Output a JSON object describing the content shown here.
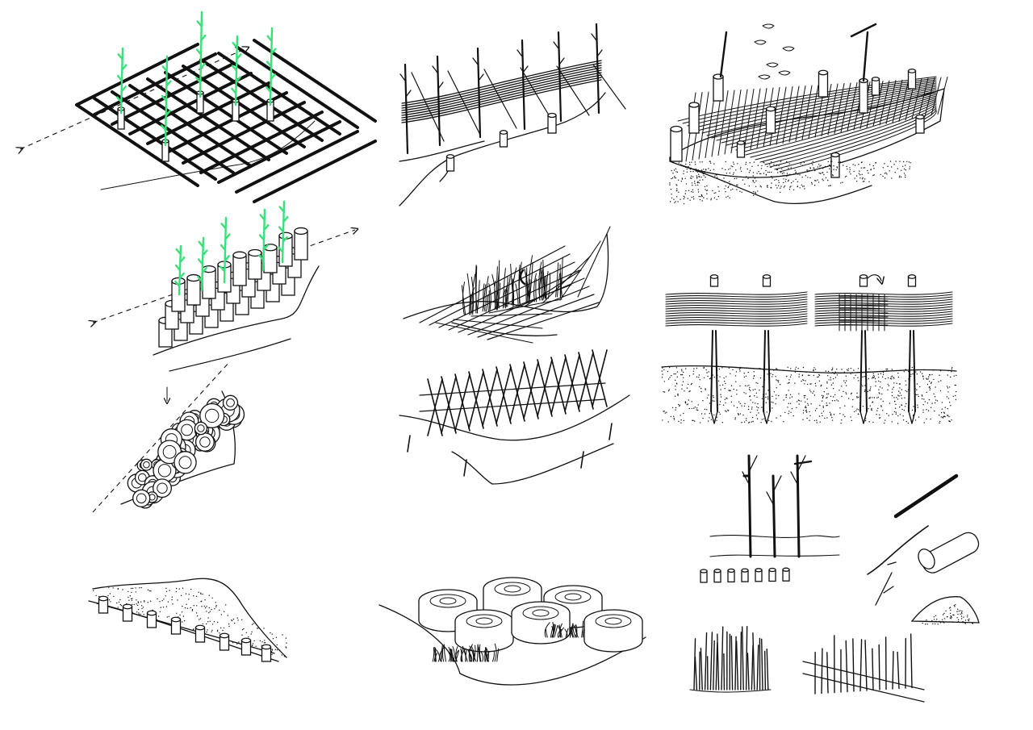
{
  "sheet": {
    "background": "#ffffff",
    "ink_color": "#111111",
    "accent_color": "#3be07a",
    "panels": [
      {
        "name": "willow-lattice-mat-with-sprouts"
      },
      {
        "name": "wattle-fence-on-stream-bank"
      },
      {
        "name": "net-covered-bank-with-posts"
      },
      {
        "name": "log-bundle-revetment-with-sprouts"
      },
      {
        "name": "brush-mattress-with-plants"
      },
      {
        "name": "brush-bundles-on-stakes"
      },
      {
        "name": "log-bundle-plan-view"
      },
      {
        "name": "crossed-stake-barrier"
      },
      {
        "name": "living-stakes-and-cuttings"
      },
      {
        "name": "material-branches-log-soil"
      },
      {
        "name": "post-row-along-embankment"
      },
      {
        "name": "coir-rolls-on-bank"
      },
      {
        "name": "rod-clump-planting"
      },
      {
        "name": "rod-fence-with-rail"
      }
    ]
  }
}
